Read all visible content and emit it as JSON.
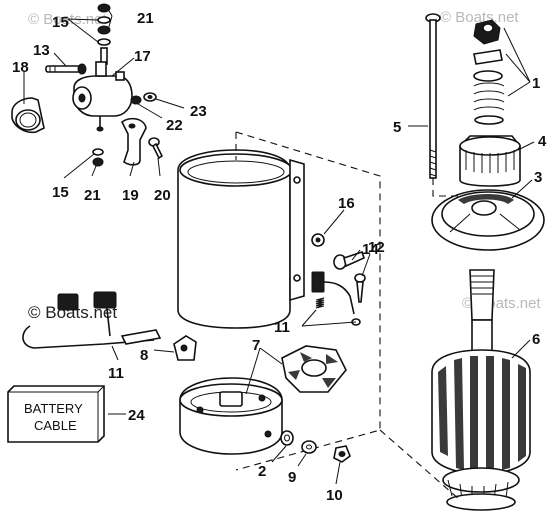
{
  "watermark": {
    "corner_text": "© Boats.net",
    "center_text": "© Boats.net"
  },
  "battery_label": {
    "line1": "BATTERY",
    "line2": "CABLE"
  },
  "callouts": {
    "c1": "1",
    "c2": "2",
    "c3": "3",
    "c4": "4",
    "c5": "5",
    "c6": "6",
    "c7": "7",
    "c8": "8",
    "c9": "9",
    "c10": "10",
    "c11a": "11",
    "c11b": "11",
    "c12": "12",
    "c13": "13",
    "c14": "14",
    "c15a": "15",
    "c15b": "15",
    "c16": "16",
    "c17": "17",
    "c18": "18",
    "c19": "19",
    "c20": "20",
    "c21a": "21",
    "c21b": "21",
    "c22": "22",
    "c23": "23",
    "c24": "24"
  }
}
